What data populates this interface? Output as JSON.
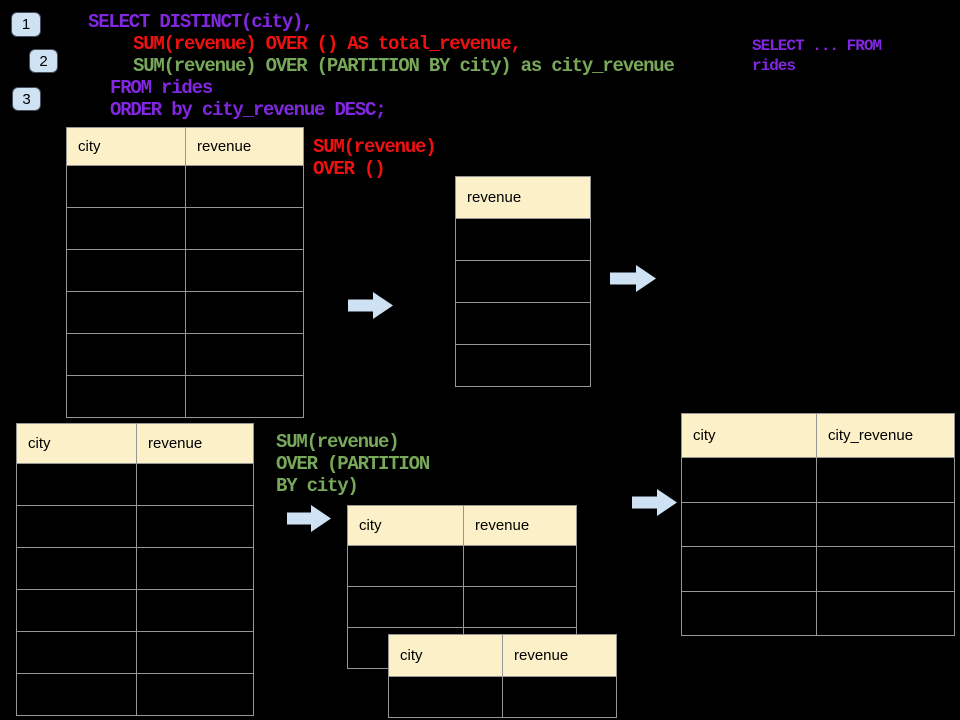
{
  "colors": {
    "background": "#000000",
    "table_header_fill": "#fcf0c8",
    "table_border": "#969696",
    "arrow_fill": "#cfe2f3",
    "badge_fill": "#cfe2f3",
    "sql_purple": "#8227e0",
    "sql_red": "#ee1111",
    "sql_green": "#78a85a"
  },
  "badges": {
    "step1": "1",
    "step2": "2",
    "step3": "3"
  },
  "sql_code": {
    "line1": "SELECT DISTINCT(city),",
    "line2": "SUM(revenue) OVER () AS total_revenue,",
    "line3": "SUM(revenue) OVER (PARTITION BY city) as city_revenue",
    "line4": "FROM rides",
    "line5": "ORDER by city_revenue DESC;"
  },
  "side_note": {
    "line1": "SELECT ... FROM",
    "line2": "rides"
  },
  "annotations": {
    "total_window": {
      "line1": "SUM(revenue)",
      "line2": "OVER ()"
    },
    "partition_window": {
      "line1": "SUM(revenue)",
      "line2": "OVER (PARTITION",
      "line3": "BY city)"
    }
  },
  "tables": {
    "source_top": {
      "headers": [
        "city",
        "revenue"
      ],
      "rows": 6
    },
    "total_result": {
      "headers": [
        "revenue"
      ],
      "rows": 4
    },
    "source_bottom": {
      "headers": [
        "city",
        "revenue"
      ],
      "rows": 6
    },
    "partition_page1": {
      "headers": [
        "city",
        "revenue"
      ],
      "rows": 3
    },
    "partition_page2": {
      "headers": [
        "city",
        "revenue"
      ],
      "rows": 1
    },
    "partition_result": {
      "headers": [
        "city",
        "city_revenue"
      ],
      "rows": 4
    }
  },
  "icons": {
    "flow_arrow": "right-arrow"
  }
}
